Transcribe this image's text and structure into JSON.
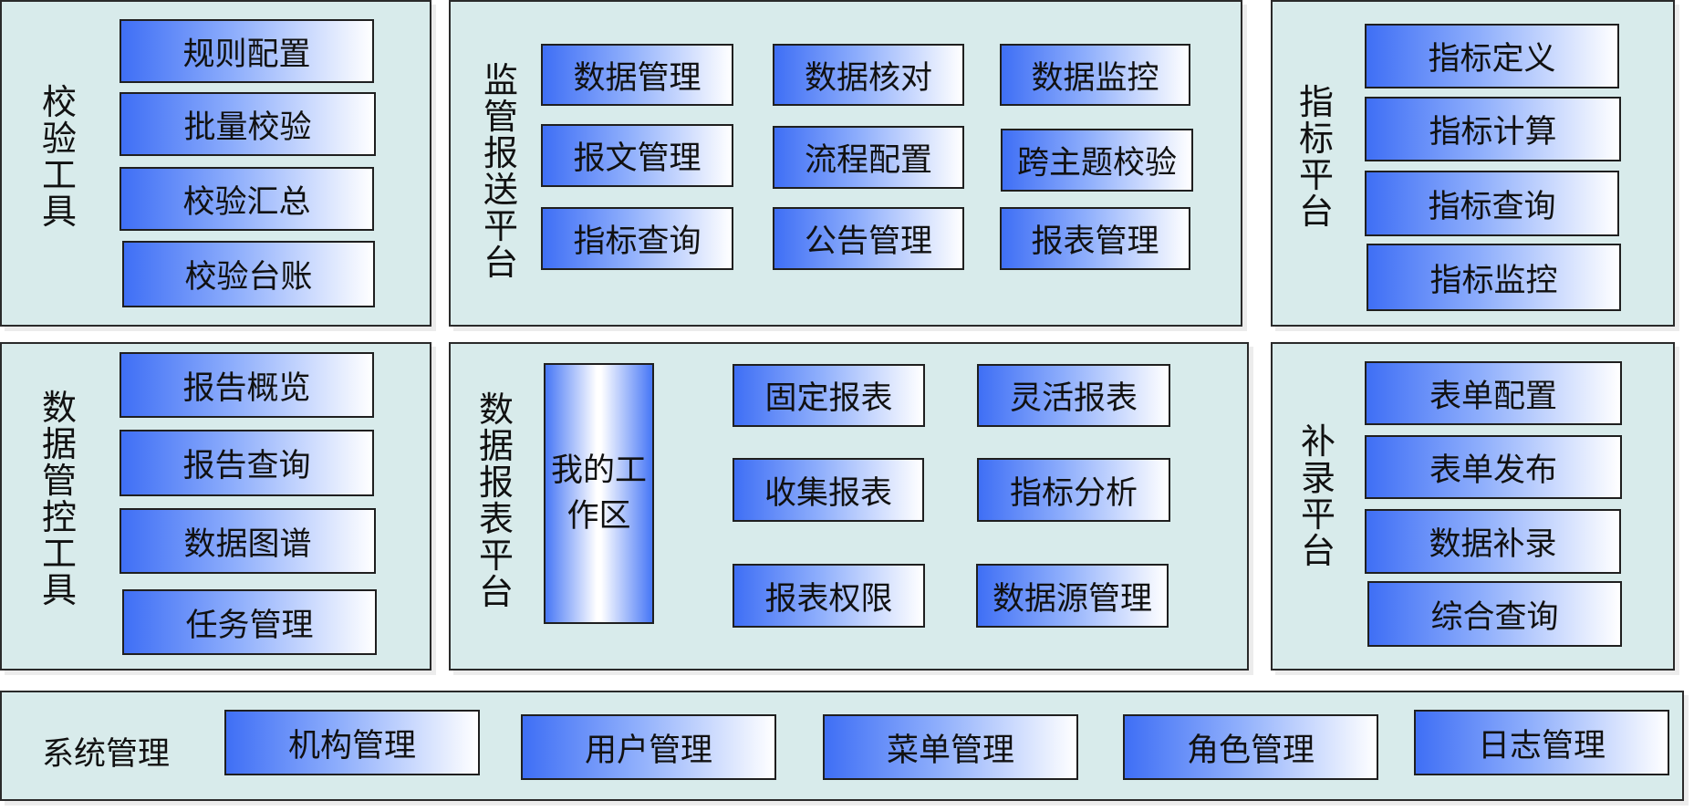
{
  "panels": {
    "verify_tools": {
      "title": "校验工具",
      "items": [
        "规则配置",
        "批量校验",
        "校验汇总",
        "校验台账"
      ]
    },
    "regulatory_platform": {
      "title": "监管报送平台",
      "items": [
        "数据管理",
        "数据核对",
        "数据监控",
        "报文管理",
        "流程配置",
        "跨主题校验",
        "指标查询",
        "公告管理",
        "报表管理"
      ]
    },
    "indicator_platform": {
      "title": "指标平台",
      "items": [
        "指标定义",
        "指标计算",
        "指标查询",
        "指标监控"
      ]
    },
    "data_control_tools": {
      "title": "数据管控工具",
      "items": [
        "报告概览",
        "报告查询",
        "数据图谱",
        "任务管理"
      ]
    },
    "data_report_platform": {
      "title": "数据报表平台",
      "workspace": "我的工作区",
      "items": [
        "固定报表",
        "灵活报表",
        "收集报表",
        "指标分析",
        "报表权限",
        "数据源管理"
      ]
    },
    "supplement_platform": {
      "title": "补录平台",
      "items": [
        "表单配置",
        "表单发布",
        "数据补录",
        "综合查询"
      ]
    },
    "system_management": {
      "title": "系统管理",
      "items": [
        "机构管理",
        "用户管理",
        "菜单管理",
        "角色管理",
        "日志管理"
      ]
    }
  },
  "colors": {
    "panel_background": "#d8ebeb",
    "box_gradient_dark": "#3f6ff5",
    "box_gradient_light": "#ffffff",
    "border": "#1f1f1f"
  }
}
